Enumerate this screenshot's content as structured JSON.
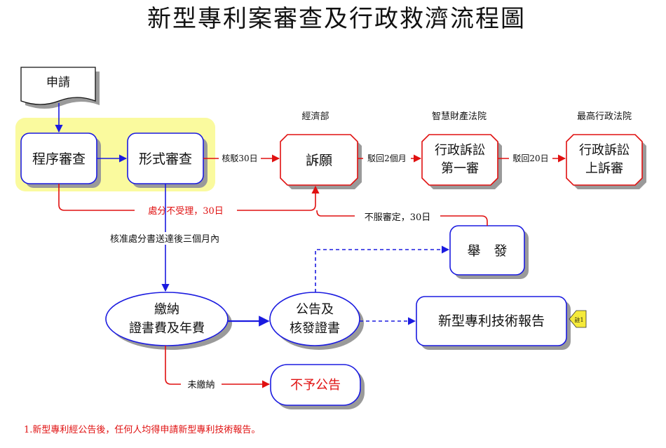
{
  "title": "新型專利案審查及行政救濟流程圖",
  "colors": {
    "blue": "#1b1be0",
    "red": "#e01010",
    "highlight": "#fafa9e",
    "shadow": "#9a9a9a",
    "text": "#111111"
  },
  "headers": {
    "moea": "經濟部",
    "ip_court": "智慧財產法院",
    "supreme_admin_court": "最高行政法院"
  },
  "nodes": {
    "apply": "申請",
    "procedural_review": "程序審查",
    "formal_review": "形式審查",
    "appeal": "訴願",
    "admin_lit_first_l1": "行政訴訟",
    "admin_lit_first_l2": "第一審",
    "admin_lit_appeal_l1": "行政訴訟",
    "admin_lit_appeal_l2": "上訴審",
    "report": "舉　發",
    "pay_fee_l1": "繳納",
    "pay_fee_l2": "證書費及年費",
    "announce_l1": "公告及",
    "announce_l2": "核發證書",
    "tech_report": "新型專利技術報告",
    "not_announced": "不予公告",
    "note_tag": "註1"
  },
  "edge_labels": {
    "rejected_30": "核駁30日",
    "dismissed_2m": "駁回2個月",
    "dismissed_20": "駁回20日",
    "not_accepted": "處分不受理，30日",
    "approval_3m": "核准處分書送達後三個月內",
    "dissatisfied": "不服審定，30日",
    "unpaid": "未繳納"
  },
  "footnote": "1.新型專利經公告後，任何人均得申請新型專利技術報告。"
}
